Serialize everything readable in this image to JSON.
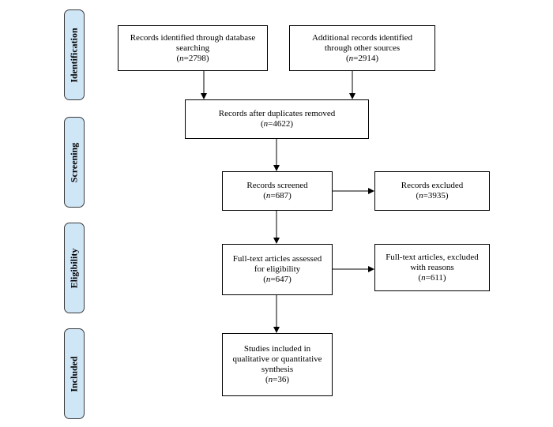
{
  "phases": [
    {
      "id": "identification",
      "label": "Identification"
    },
    {
      "id": "screening",
      "label": "Screening"
    },
    {
      "id": "eligibility",
      "label": "Eligibility"
    },
    {
      "id": "included",
      "label": "Included"
    }
  ],
  "boxes": {
    "database_search": {
      "lines": [
        "Records identified through database",
        "searching"
      ],
      "n": "2798"
    },
    "other_sources": {
      "lines": [
        "Additional records identified",
        "through other sources"
      ],
      "n": "2914"
    },
    "duplicates_removed": {
      "lines": [
        "Records after duplicates removed"
      ],
      "n": "4622"
    },
    "screened": {
      "lines": [
        "Records screened"
      ],
      "n": "687"
    },
    "excluded": {
      "lines": [
        "Records excluded"
      ],
      "n": "3935"
    },
    "fulltext_assessed": {
      "lines": [
        "Full-text articles assessed",
        "for eligibility"
      ],
      "n": "647"
    },
    "fulltext_excluded": {
      "lines": [
        "Full-text articles, excluded",
        "with reasons"
      ],
      "n": "611"
    },
    "included": {
      "lines": [
        "Studies included in",
        "qualitative or quantitative",
        "synthesis"
      ],
      "n": "36"
    }
  }
}
